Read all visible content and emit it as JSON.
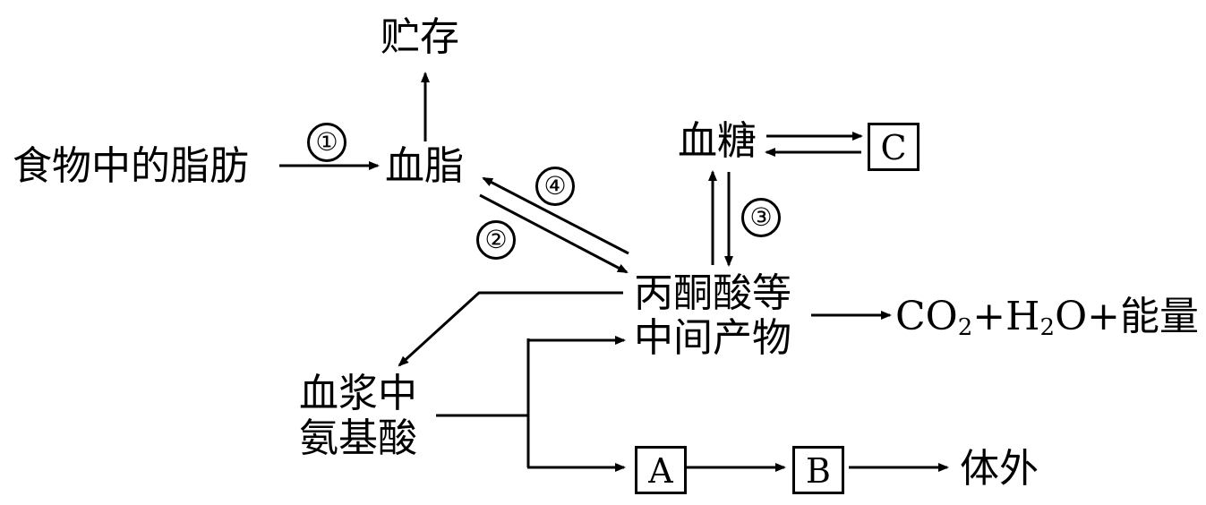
{
  "nodes": {
    "food_fat": "食物中的脂肪",
    "blood_lipid": "血脂",
    "storage": "贮存",
    "blood_sugar": "血糖",
    "box_c": "C",
    "pyruvate_line1": "丙酮酸等",
    "pyruvate_line2": "中间产物",
    "plasma_aa_line1": "血浆中",
    "plasma_aa_line2": "氨基酸",
    "box_a": "A",
    "box_b": "B",
    "outside": "体外",
    "energy_co2": "CO",
    "energy_sub2a": "2",
    "energy_plus_h": "+H",
    "energy_sub2b": "2",
    "energy_tail": "O+能量"
  },
  "steps": {
    "s1": "①",
    "s2": "②",
    "s3": "③",
    "s4": "④"
  }
}
